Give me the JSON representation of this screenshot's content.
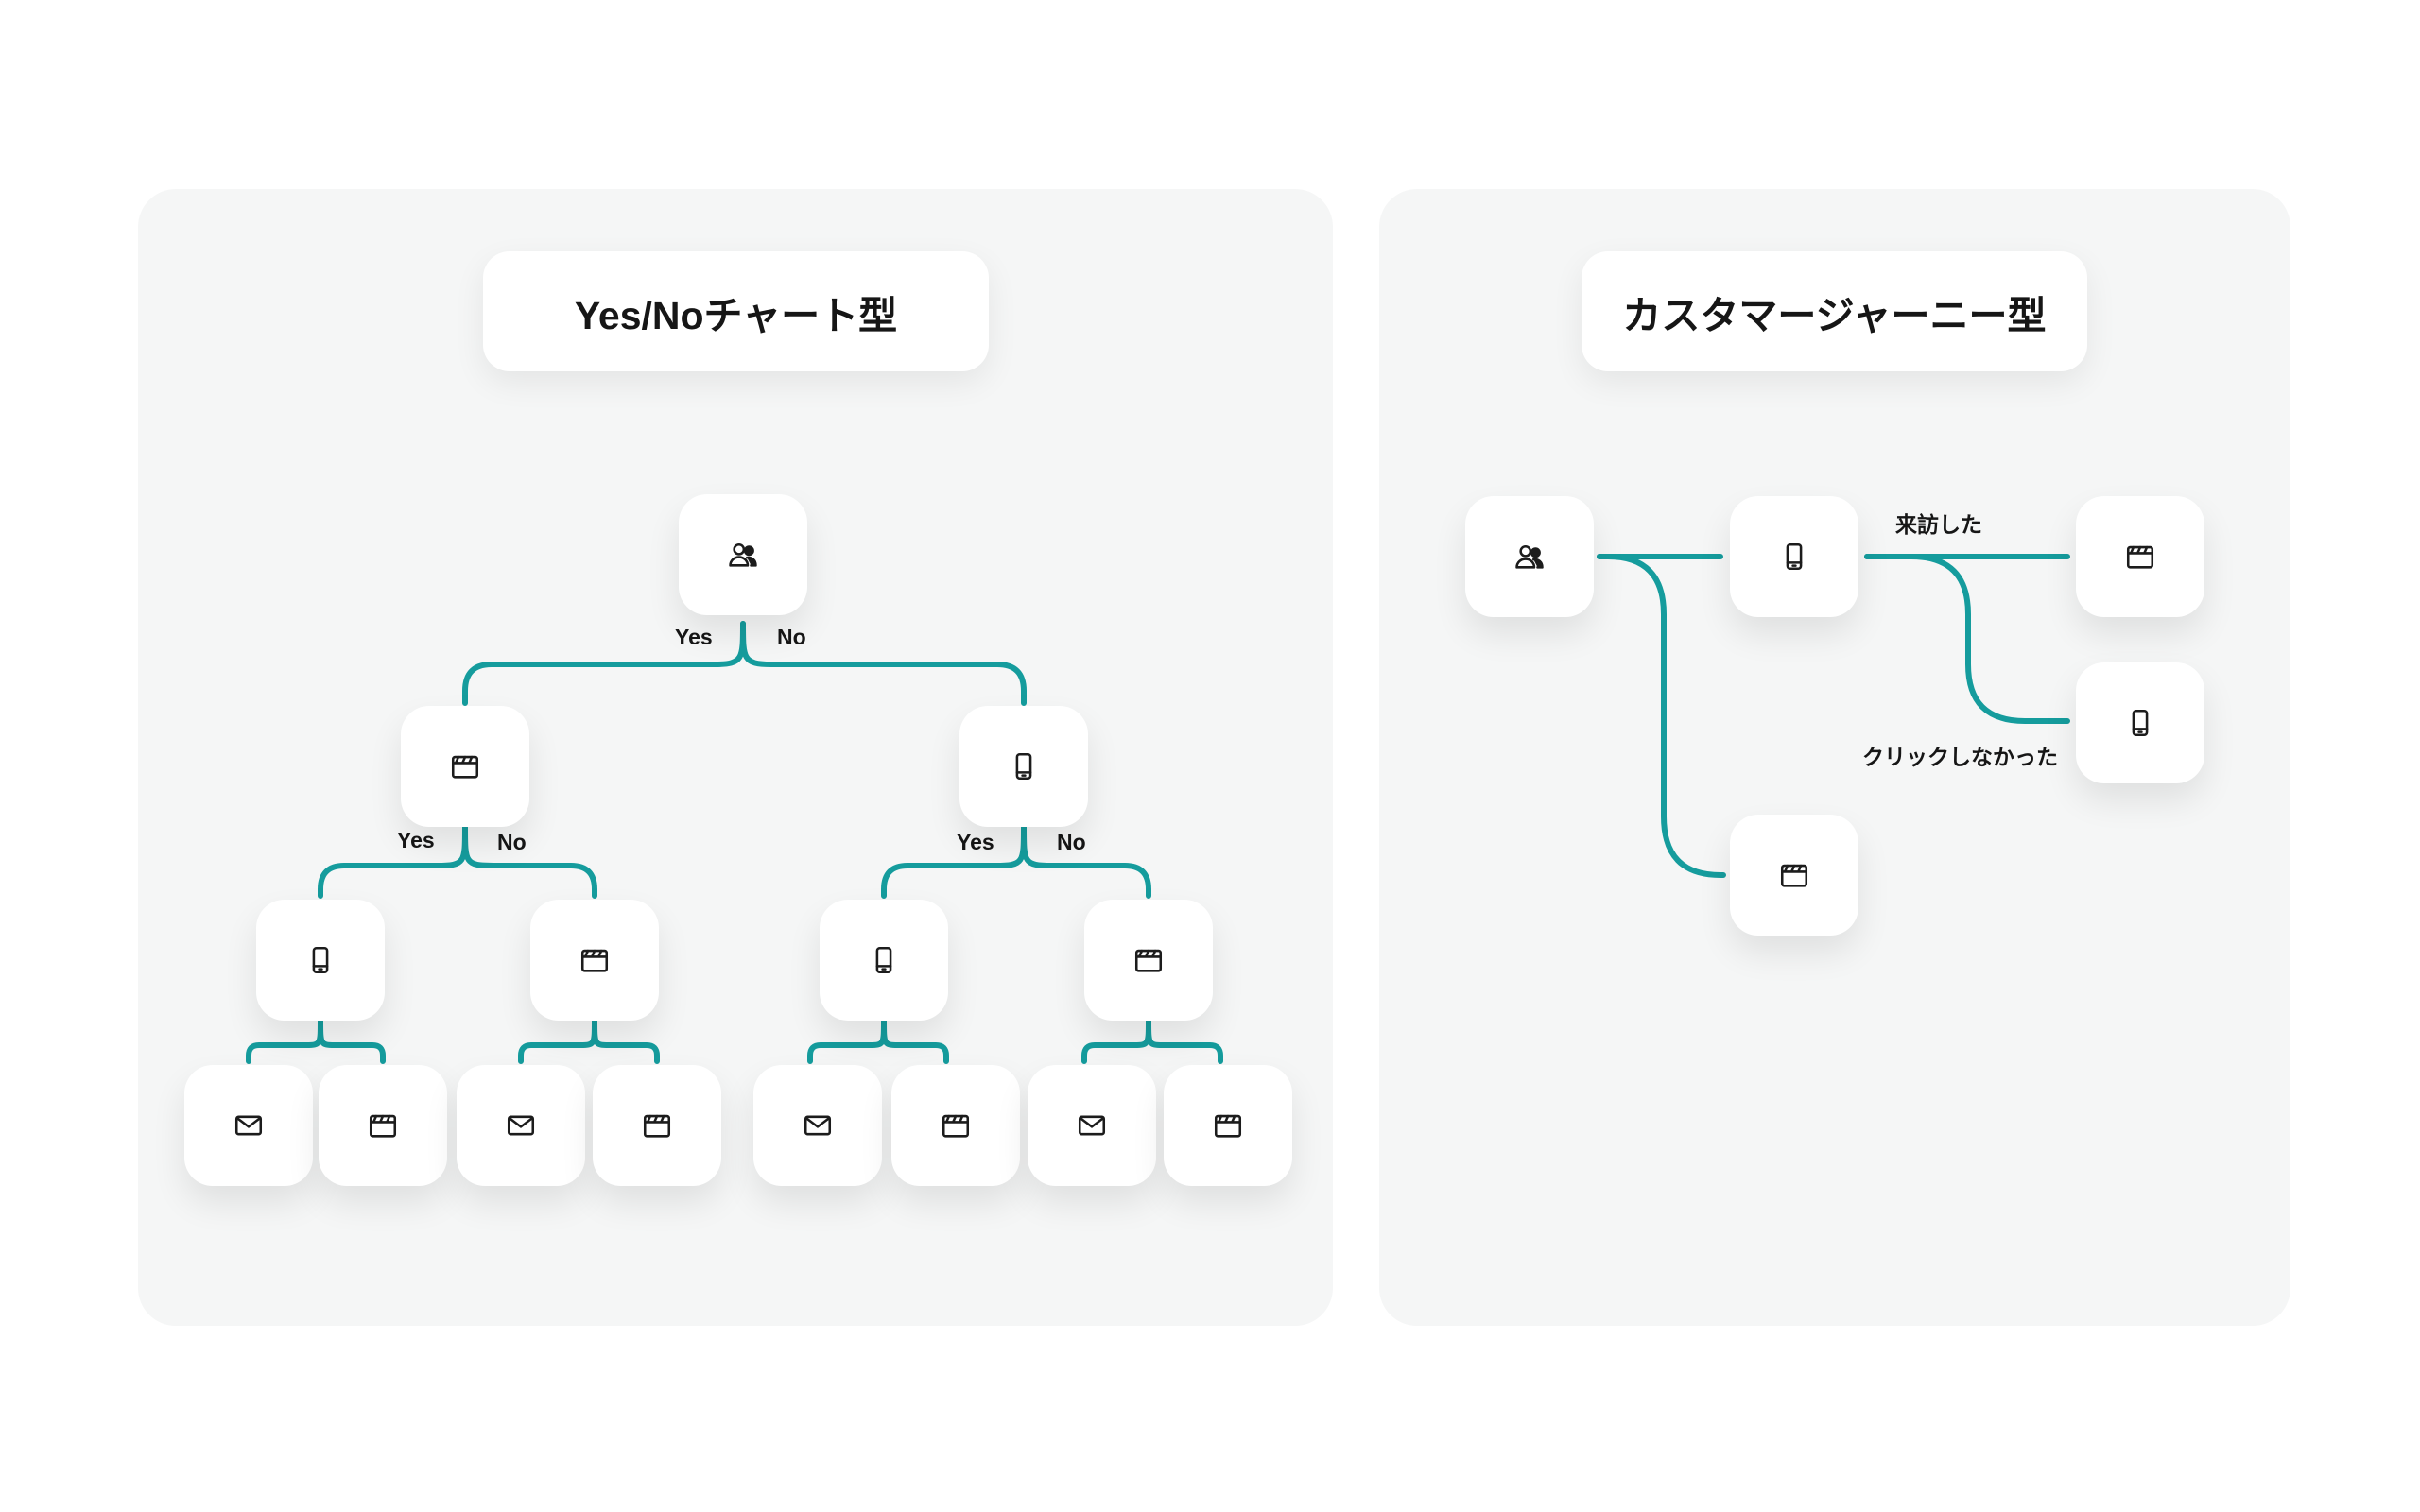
{
  "left_panel": {
    "title": "Yes/Noチャート型",
    "root": {
      "icon": "users-icon"
    },
    "root_yes": "Yes",
    "root_no": "No",
    "level1": [
      {
        "icon": "clapperboard-icon",
        "yes": "Yes",
        "no": "No"
      },
      {
        "icon": "smartphone-icon",
        "yes": "Yes",
        "no": "No"
      }
    ],
    "level2": [
      {
        "icon": "smartphone-icon"
      },
      {
        "icon": "clapperboard-icon"
      },
      {
        "icon": "smartphone-icon"
      },
      {
        "icon": "clapperboard-icon"
      }
    ],
    "level3": [
      {
        "icon": "mail-icon"
      },
      {
        "icon": "clapperboard-icon"
      },
      {
        "icon": "mail-icon"
      },
      {
        "icon": "clapperboard-icon"
      },
      {
        "icon": "mail-icon"
      },
      {
        "icon": "clapperboard-icon"
      },
      {
        "icon": "mail-icon"
      },
      {
        "icon": "clapperboard-icon"
      }
    ]
  },
  "right_panel": {
    "title": "カスタマージャーニー型",
    "nodes": [
      {
        "icon": "users-icon"
      },
      {
        "icon": "smartphone-icon"
      },
      {
        "icon": "clapperboard-icon"
      },
      {
        "icon": "smartphone-icon"
      },
      {
        "icon": "clapperboard-icon"
      }
    ],
    "label_visited": "来訪した",
    "label_not_clicked": "クリックしなかった"
  },
  "colors": {
    "connector": "#159c9d",
    "panel_bg": "#f5f6f6",
    "card_bg": "#ffffff",
    "text": "#161616"
  }
}
